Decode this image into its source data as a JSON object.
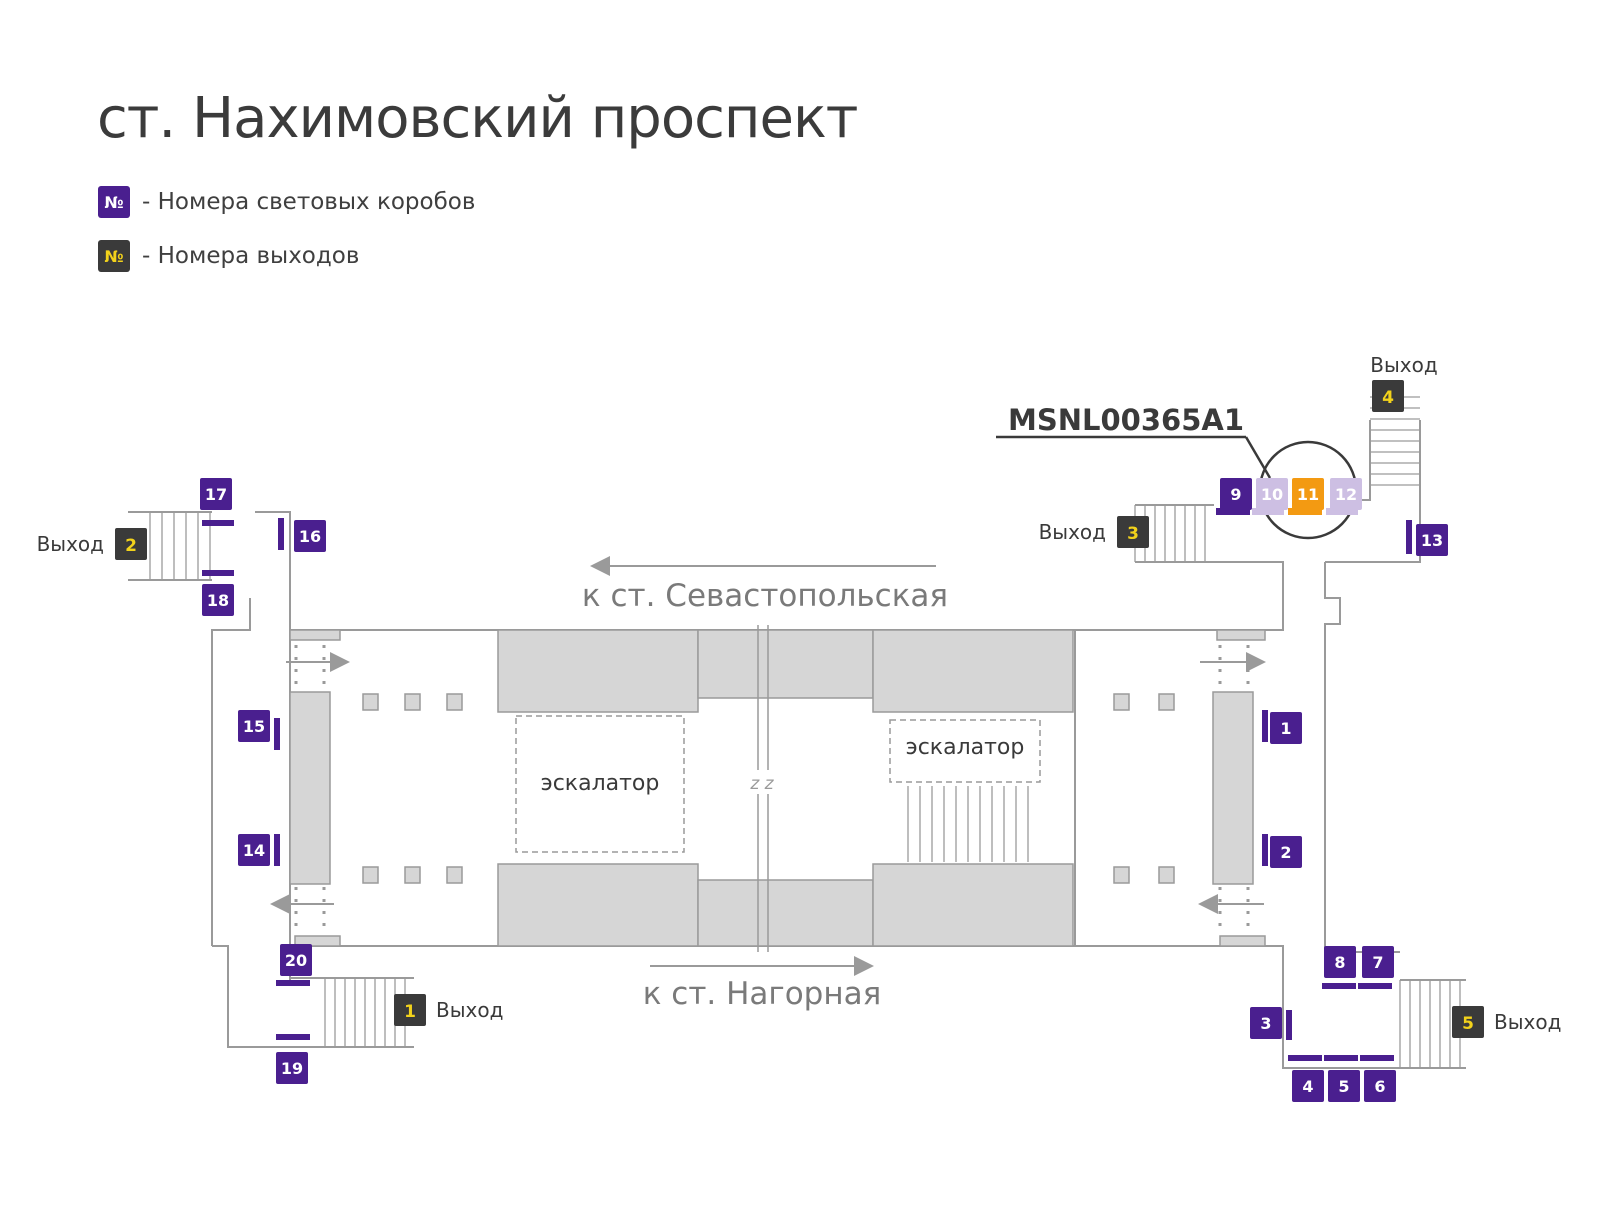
{
  "title": "ст. Нахимовский проспект",
  "legend": {
    "box_symbol": "№",
    "box_text": "- Номера световых коробов",
    "exit_symbol": "№",
    "exit_text": "- Номера выходов"
  },
  "highlight_code": "MSNL00365A1",
  "exit_word": "Выход",
  "escalator_word": "эскалатор",
  "direction_top": "к ст. Севастопольская",
  "direction_bottom": "к ст. Нагорная",
  "track_break": "z z",
  "exits": [
    "1",
    "2",
    "3",
    "4",
    "5"
  ],
  "light_boxes": [
    "1",
    "2",
    "3",
    "4",
    "5",
    "6",
    "7",
    "8",
    "9",
    "10",
    "11",
    "12",
    "13",
    "14",
    "15",
    "16",
    "17",
    "18",
    "19",
    "20"
  ],
  "highlighted_box": "11",
  "colors": {
    "box": "#4a1f8f",
    "box_faded": "#cdbfe3",
    "box_highlight": "#f39a12",
    "exit": "#3a3a3a",
    "exit_number": "#f2d21b",
    "wall": "#9a9a9a",
    "fill": "#d6d6d6"
  }
}
